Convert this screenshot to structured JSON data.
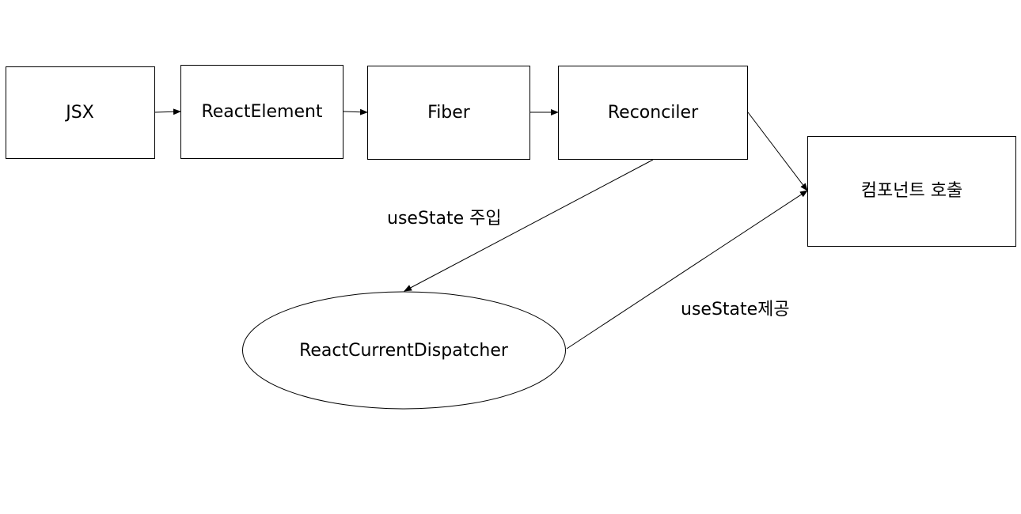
{
  "nodes": {
    "jsx": "JSX",
    "react_element": "ReactElement",
    "fiber": "Fiber",
    "reconciler": "Reconciler",
    "component_call": "컴포넌트 호출",
    "dispatcher": "ReactCurrentDispatcher"
  },
  "edges": {
    "inject_label": "useState 주입",
    "provide_label": "useState제공"
  },
  "colors": {
    "stroke": "#000000",
    "background": "#ffffff"
  }
}
